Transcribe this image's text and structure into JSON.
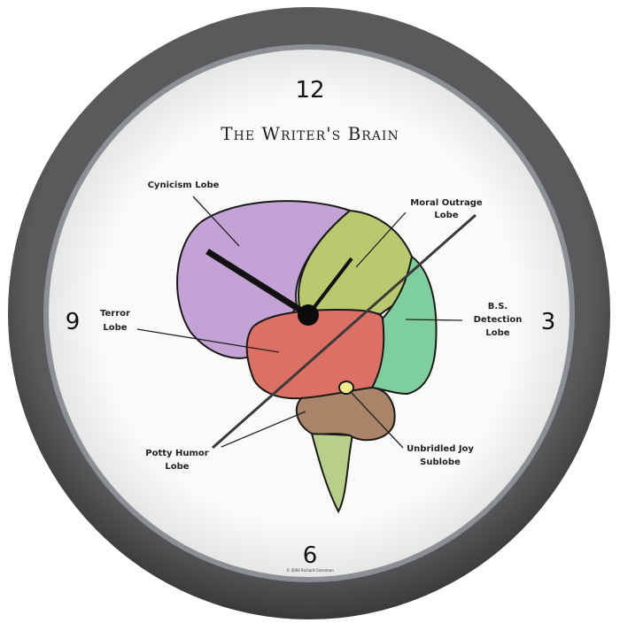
{
  "clock": {
    "title": "The Writer's Brain",
    "numbers": {
      "twelve": "12",
      "three": "3",
      "six": "6",
      "nine": "9"
    },
    "copyright": "© 2004 Richard Grossman",
    "colors": {
      "rim": "#4b4b4d",
      "face": "#f7f7f5",
      "purple": "#c3a3d6",
      "olive": "#b9c96e",
      "teal": "#7fcf9e",
      "red": "#dd7065",
      "brown": "#a98468",
      "stem": "#b8cf8a",
      "joy": "#f0ec8a"
    }
  },
  "labels": {
    "cynicism": "Cynicism Lobe",
    "moral_1": "Moral Outrage",
    "moral_2": "Lobe",
    "bs_1": "B.S.",
    "bs_2": "Detection",
    "bs_3": "Lobe",
    "terror_1": "Terror",
    "terror_2": "Lobe",
    "potty_1": "Potty Humor",
    "potty_2": "Lobe",
    "joy_1": "Unbridled Joy",
    "joy_2": "Sublobe"
  }
}
